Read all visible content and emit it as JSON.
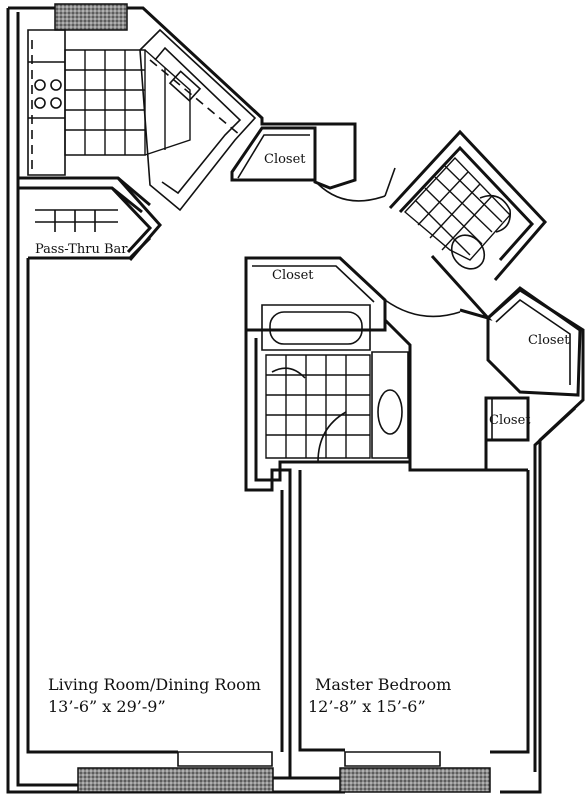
{
  "labels": {
    "closet_1": "Closet",
    "closet_2": "Closet",
    "closet_3": "Closet",
    "closet_4": "Closet",
    "pass_thru_bar": "Pass-Thru Bar",
    "living_room_name": "Living Room/Dining Room",
    "living_room_dim": "13’-6” x 29’-9”",
    "bedroom_name": "Master Bedroom",
    "bedroom_dim": "12’-8” x 15’-6”"
  }
}
